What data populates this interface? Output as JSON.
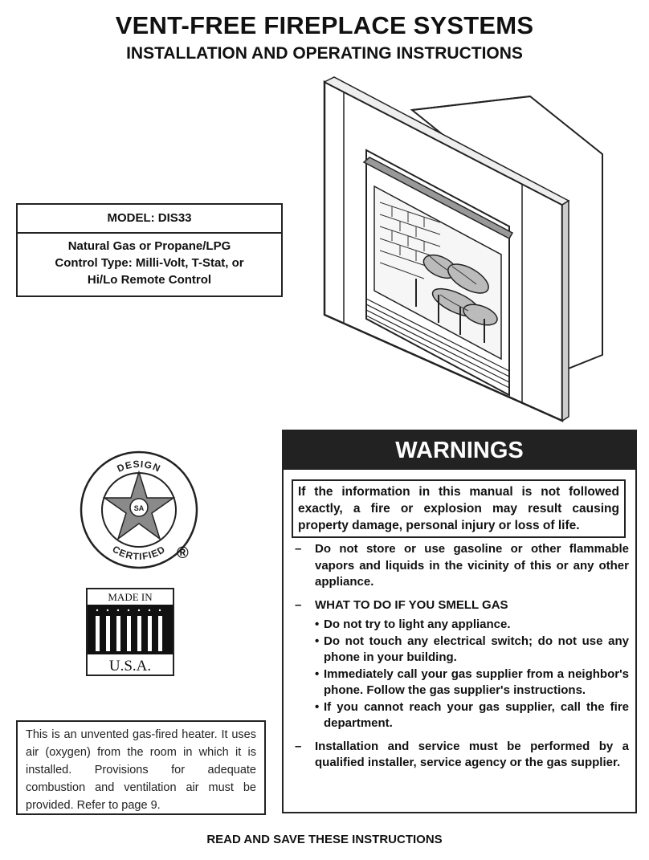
{
  "header": {
    "title": "VENT-FREE FIREPLACE SYSTEMS",
    "subtitle": "INSTALLATION AND OPERATING INSTRUCTIONS"
  },
  "model_box": {
    "model": "MODEL: DIS33",
    "lines": [
      "Natural Gas or Propane/LPG",
      "Control Type: Milli-Volt, T-Stat, or",
      "Hi/Lo Remote Control"
    ]
  },
  "certification": {
    "top_text": "DESIGN",
    "bottom_text": "CERTIFIED",
    "emblem_text": "SA",
    "registered_mark": "®"
  },
  "made_in": {
    "top": "MADE IN",
    "bottom": "U.S.A."
  },
  "note": "This is an unvented gas-fired heater. It uses air (oxygen) from the room in which it is installed. Provisions for adequate combustion and ventilation air must be provided. Refer to page 9.",
  "warnings": {
    "title": "WARNINGS",
    "boxed": "If the information in this manual is not followed exactly, a fire or explosion may result causing property damage, personal injury or loss of life.",
    "items": [
      {
        "dash": "–",
        "text": "Do not store or use gasoline or other flammable vapors and liquids in the vicinity of this or any other appliance."
      },
      {
        "dash": "–",
        "text": "WHAT TO DO IF YOU SMELL GAS",
        "subitems": [
          "Do not try to light any appliance.",
          "Do not touch any electrical switch; do not use any phone in your building.",
          "Immediately call your gas supplier from a neighbor's phone. Follow the gas supplier's instructions.",
          "If you cannot reach your gas supplier, call the fire department."
        ]
      },
      {
        "dash": "–",
        "text": "Installation and service must be performed by a qualified installer, service agency or the gas supplier."
      }
    ]
  },
  "footer": "READ AND SAVE THESE INSTRUCTIONS"
}
